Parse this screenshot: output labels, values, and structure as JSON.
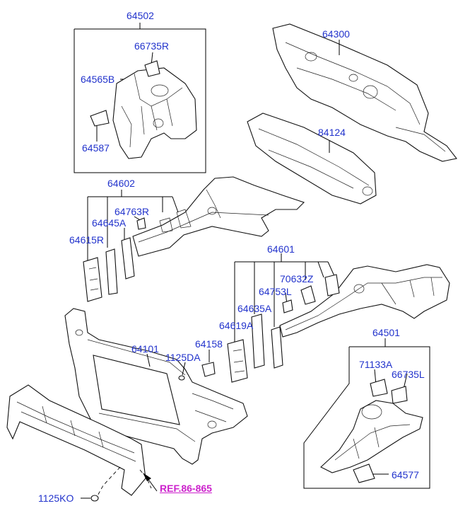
{
  "colors": {
    "label": "#2233cc",
    "reference": "#cc22cc",
    "line": "#000000",
    "background": "#ffffff"
  },
  "labels": {
    "p64502": "64502",
    "p66735R": "66735R",
    "p64565B": "64565B",
    "p64587": "64587",
    "p64300": "64300",
    "p84124": "84124",
    "p64602": "64602",
    "p64763R": "64763R",
    "p64645A": "64645A",
    "p64615R": "64615R",
    "p64601": "64601",
    "p70632Z": "70632Z",
    "p64753L": "64753L",
    "p64635A": "64635A",
    "p64619A": "64619A",
    "p64101": "64101",
    "p1125DA": "1125DA",
    "p64158": "64158",
    "p64501": "64501",
    "p71133A": "71133A",
    "p66735L": "66735L",
    "p64577": "64577",
    "p1125KO": "1125KO",
    "ref": "REF.86-865"
  }
}
